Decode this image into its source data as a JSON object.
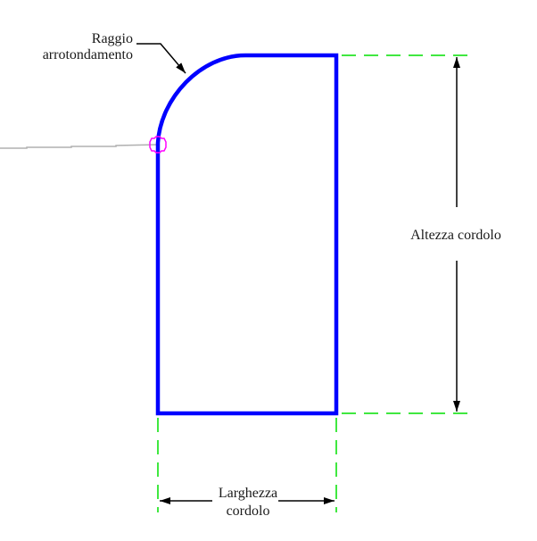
{
  "labels": {
    "radius_line1": "Raggio",
    "radius_line2": "arrotondamento",
    "height": "Altezza cordolo",
    "width_line1": "Larghezza",
    "width_line2": "cordolo"
  },
  "colors": {
    "profile": "#0000ff",
    "extension": "#00e000",
    "dimension": "#000000",
    "marker": "#ff00ff",
    "reference": "#b0b0b0"
  }
}
